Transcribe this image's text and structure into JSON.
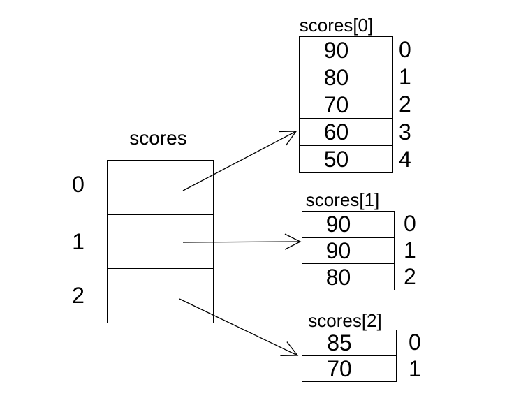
{
  "main_array": {
    "title": "scores",
    "indices": [
      "0",
      "1",
      "2"
    ]
  },
  "sub_arrays": [
    {
      "title": "scores[0]",
      "values": [
        "90",
        "80",
        "70",
        "60",
        "50"
      ],
      "indices": [
        "0",
        "1",
        "2",
        "3",
        "4"
      ]
    },
    {
      "title": "scores[1]",
      "values": [
        "90",
        "90",
        "80"
      ],
      "indices": [
        "0",
        "1",
        "2"
      ]
    },
    {
      "title": "scores[2]",
      "values": [
        "85",
        "70"
      ],
      "indices": [
        "0",
        "1"
      ]
    }
  ],
  "pointers": [
    {
      "from": "scores index 0",
      "to": "scores[0]"
    },
    {
      "from": "scores index 1",
      "to": "scores[1]"
    },
    {
      "from": "scores index 2",
      "to": "scores[2]"
    }
  ],
  "colors": {
    "background": "#ffffff",
    "line": "#000000",
    "text": "#000000"
  }
}
